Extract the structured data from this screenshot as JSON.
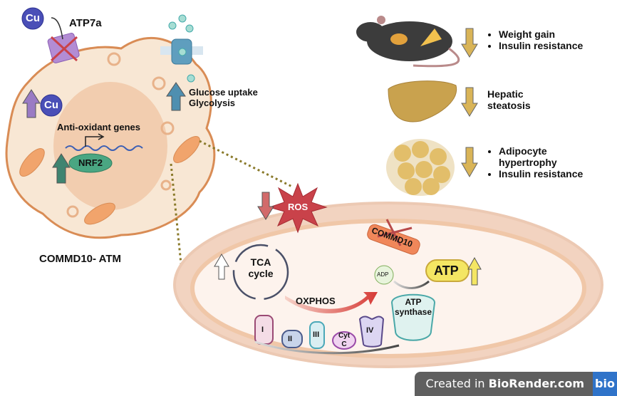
{
  "cell": {
    "title": "COMMD10- ATM",
    "cu_top": "Cu",
    "cu_inside": "Cu",
    "atp7a_label": "ATP7a",
    "glucose_label_1": "Glucose uptake",
    "glucose_label_2": "Glycolysis",
    "antioxidant_label": "Anti-oxidant genes",
    "nrf2_label": "NRF2"
  },
  "mitochondrion": {
    "ros_label": "ROS",
    "tca_label_1": "TCA",
    "tca_label_2": "cycle",
    "commd10_label": "COMMD10",
    "adp_label": "ADP",
    "atp_label": "ATP",
    "oxphos_label": "OXPHOS",
    "atp_synthase_1": "ATP",
    "atp_synthase_2": "synthase",
    "complexes": [
      "I",
      "II",
      "III",
      "Cyt C",
      "IV"
    ]
  },
  "outcomes": [
    {
      "items": [
        "Weight gain",
        "Insulin resistance"
      ],
      "bulleted": true
    },
    {
      "items": [
        "Hepatic",
        "steatosis"
      ],
      "bulleted": false
    },
    {
      "items": [
        "Adipocyte hypertrophy",
        "Insulin resistance"
      ],
      "bulleted": true
    }
  ],
  "footer": {
    "prefix": "Created in ",
    "brand": "BioRender.com",
    "logo": "bio"
  },
  "colors": {
    "down_arrow": "#d9b457",
    "ros": "#c9424a",
    "atp_fill": "#f4e663",
    "cell_fill": "#f7e6d3",
    "nrf2": "#3e9a76"
  }
}
